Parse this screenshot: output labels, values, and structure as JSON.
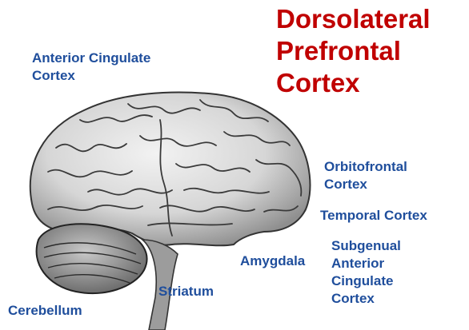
{
  "title": {
    "lines": [
      "Dorsolateral",
      "Prefrontal",
      "Cortex"
    ],
    "color": "#c00000"
  },
  "label_color": "#1f4e9c",
  "labels": {
    "anterior_cingulate": [
      "Anterior Cingulate",
      "Cortex"
    ],
    "orbitofrontal": [
      "Orbitofrontal",
      "Cortex"
    ],
    "temporal": "Temporal Cortex",
    "subgenual": [
      "Subgenual",
      "Anterior",
      "Cingulate",
      "Cortex"
    ],
    "amygdala": "Amygdala",
    "striatum": "Striatum",
    "cerebellum": "Cerebellum"
  },
  "illustration": "brain-lateral-view-engraving"
}
